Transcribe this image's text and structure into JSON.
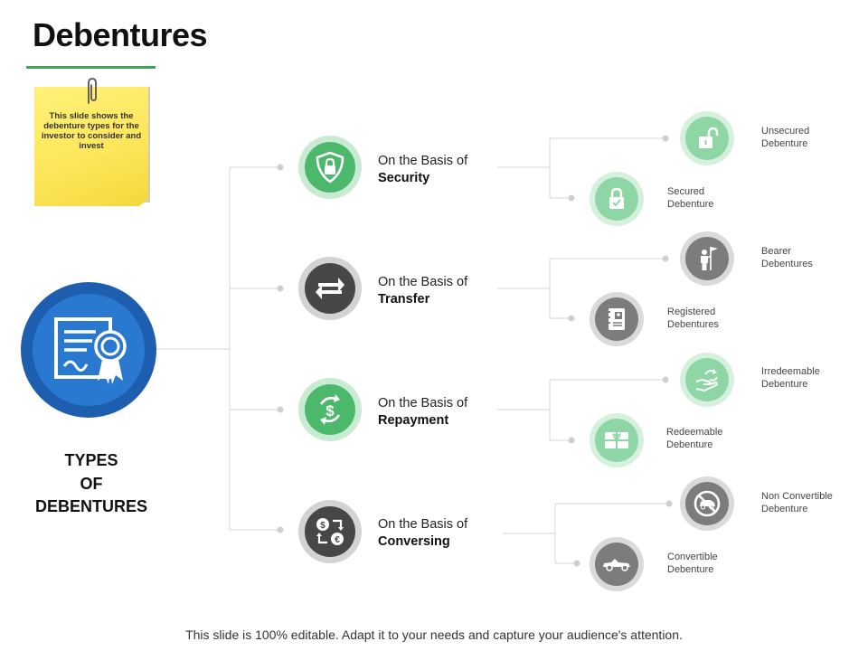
{
  "title": "Debentures",
  "note": "This slide shows the debenture types for the investor to consider and invest",
  "center": {
    "line1": "TYPES",
    "line2": "OF",
    "line3": "DEBENTURES"
  },
  "categories": [
    {
      "prefix": "On the Basis of",
      "name": "Security",
      "icon": "shield-lock-icon",
      "leaves": [
        {
          "label1": "Unsecured",
          "label2": "Debenture",
          "icon": "unlocked-padlock-icon"
        },
        {
          "label1": "Secured",
          "label2": "Debenture",
          "icon": "locked-padlock-icon"
        }
      ]
    },
    {
      "prefix": "On the Basis of",
      "name": "Transfer",
      "icon": "swap-arrows-icon",
      "leaves": [
        {
          "label1": "Bearer",
          "label2": "Debentures",
          "icon": "person-flag-icon"
        },
        {
          "label1": "Registered",
          "label2": "Debentures",
          "icon": "registry-book-icon"
        }
      ]
    },
    {
      "prefix": "On the Basis of",
      "name": "Repayment",
      "icon": "dollar-cycle-icon",
      "leaves": [
        {
          "label1": "Irredeemable",
          "label2": "Debenture",
          "icon": "hand-exchange-icon"
        },
        {
          "label1": "Redeemable",
          "label2": "Debenture",
          "icon": "gift-card-icon"
        }
      ]
    },
    {
      "prefix": "On the Basis of",
      "name": "Conversing",
      "icon": "currency-exchange-icon",
      "leaves": [
        {
          "label1": "Non Convertible",
          "label2": "Debenture",
          "icon": "no-car-icon"
        },
        {
          "label1": "Convertible",
          "label2": "Debenture",
          "icon": "convertible-car-icon"
        }
      ]
    }
  ],
  "footer": "This slide is 100% editable. Adapt it to your needs and capture your audience's attention.",
  "colors": {
    "accent_green": "#4cb86b",
    "light_green": "#8fd6a6",
    "dark_gray": "#474747",
    "mid_gray": "#7c7c7c",
    "main_blue": "#1d5fae"
  }
}
